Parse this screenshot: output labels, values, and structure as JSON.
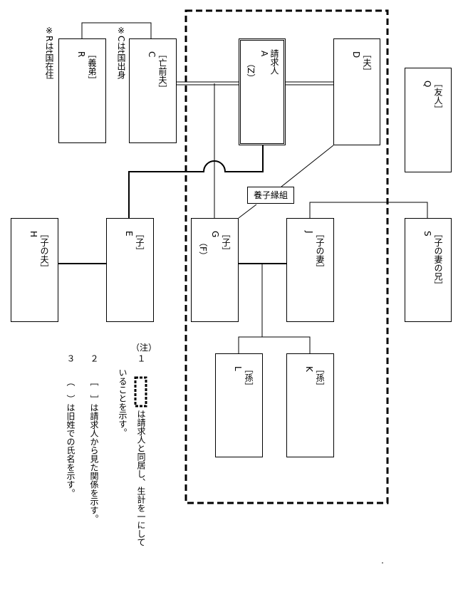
{
  "persons": {
    "R": {
      "letter": "R",
      "rel": "［義弟］"
    },
    "C": {
      "letter": "C",
      "rel": "［亡前夫］"
    },
    "A": {
      "letter": "A",
      "paren": "（Z）",
      "rel": "請求人"
    },
    "D": {
      "letter": "D",
      "rel": "［夫］"
    },
    "Q": {
      "letter": "Q",
      "rel": "［友人］"
    },
    "H": {
      "letter": "H",
      "rel": "［子の夫］"
    },
    "E": {
      "letter": "E",
      "rel": "［子］"
    },
    "G": {
      "letter": "G",
      "paren": "（F）",
      "rel": "［子］"
    },
    "J": {
      "letter": "J",
      "rel": "［子の妻］"
    },
    "S": {
      "letter": "S",
      "rel": "［子の妻の兄］"
    },
    "L": {
      "letter": "L",
      "rel": "［孫］"
    },
    "K": {
      "letter": "K",
      "rel": "［孫］"
    }
  },
  "notes_side": {
    "r_note": "※Rはt国在住",
    "c_note": "※Cはt国出身"
  },
  "adoption_label": "養子縁組",
  "legend": {
    "heading": "（注）",
    "n1": "１",
    "n1_line1": "は請求人と同居し、生計を一にして",
    "n1_line2": "いることを示す。",
    "n2": "２",
    "n2_text": "［　］は請求人から見た関係を示す。",
    "n3": "３",
    "n3_text": "（　）は旧姓での氏名を示す。"
  }
}
